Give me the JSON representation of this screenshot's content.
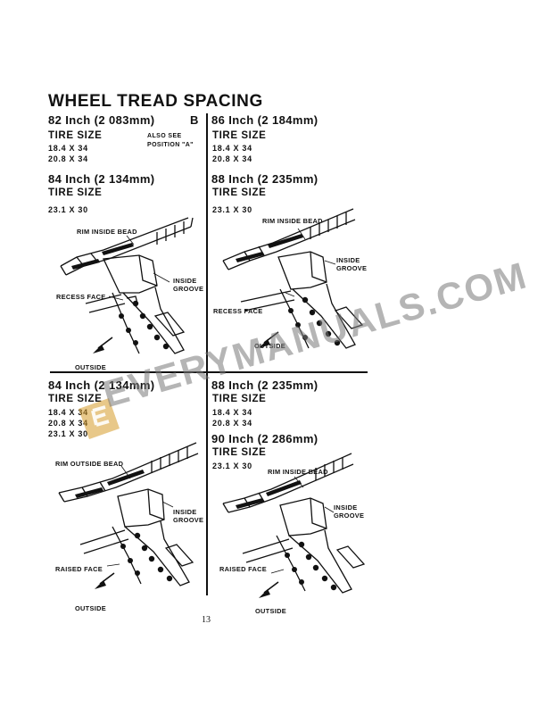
{
  "title": "WHEEL TREAD SPACING",
  "position_label": "B",
  "tire_size_label": "TIRE SIZE",
  "see_also_note": "ALSO SEE\nPOSITION \"A\"",
  "quadrants": [
    {
      "spacings": [
        {
          "heading": "82 Inch (2 083mm)",
          "sizes": [
            "18.4 X 34",
            "20.8 X 34"
          ]
        },
        {
          "heading": "84 Inch (2 134mm)",
          "sizes": [
            "23.1 X 30"
          ]
        }
      ],
      "labels": {
        "rim": "RIM INSIDE BEAD",
        "groove": "INSIDE\nGROOVE",
        "face": "RECESS FACE",
        "outside": "OUTSIDE"
      }
    },
    {
      "spacings": [
        {
          "heading": "86 Inch (2 184mm)",
          "sizes": [
            "18.4 X 34",
            "20.8 X 34"
          ]
        },
        {
          "heading": "88 Inch (2 235mm)",
          "sizes": [
            "23.1 X 30"
          ]
        }
      ],
      "labels": {
        "rim": "RIM INSIDE BEAD",
        "groove": "INSIDE\nGROOVE",
        "face": "RECESS FACE",
        "outside": "OUTSIDE"
      }
    },
    {
      "spacings": [
        {
          "heading": "84 Inch (2 134mm)",
          "sizes": [
            "18.4 X 34",
            "20.8 X 34",
            "23.1 X 30"
          ]
        }
      ],
      "labels": {
        "rim": "RIM OUTSIDE BEAD",
        "groove": "INSIDE\nGROOVE",
        "face": "RAISED FACE",
        "outside": "OUTSIDE"
      }
    },
    {
      "spacings": [
        {
          "heading": "88 Inch (2 235mm)",
          "sizes": [
            "18.4 X 34",
            "20.8 X 34"
          ]
        },
        {
          "heading": "90 Inch (2 286mm)",
          "sizes": [
            "23.1 X 30"
          ]
        }
      ],
      "labels": {
        "rim": "RIM INSIDE BEAD",
        "groove": "INSIDE\nGROOVE",
        "face": "RAISED FACE",
        "outside": "OUTSIDE"
      }
    }
  ],
  "watermark": "EVERYMANUALS.COM",
  "page_number": "13"
}
